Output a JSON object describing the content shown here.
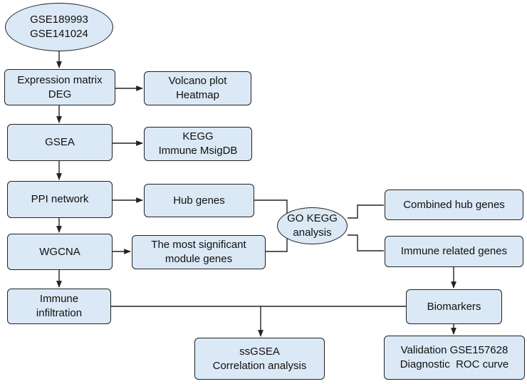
{
  "colors": {
    "node_fill": "#dbe8f5",
    "stroke": "#222222"
  },
  "nodes": {
    "gse_input": [
      "GSE189993",
      "GSE141024"
    ],
    "expression_matrix": [
      "Expression matrix",
      "DEG"
    ],
    "volcano_heatmap": [
      "Volcano plot",
      "Heatmap"
    ],
    "gsea": [
      "GSEA"
    ],
    "kegg_immune": [
      "KEGG",
      "Immune MsigDB"
    ],
    "ppi_network": [
      "PPI network"
    ],
    "hub_genes": [
      "Hub genes"
    ],
    "go_kegg": [
      "GO KEGG",
      "analysis"
    ],
    "combined_hub": [
      "Combined hub genes"
    ],
    "wgcna": [
      "WGCNA"
    ],
    "module_genes": [
      "The most significant",
      "module genes"
    ],
    "immune_related": [
      "Immune related genes"
    ],
    "immune_infiltration": [
      "Immune",
      "infiltration"
    ],
    "biomarkers": [
      "Biomarkers"
    ],
    "ssgsea": [
      "ssGSEA",
      "Correlation analysis"
    ],
    "validation": [
      "Validation GSE157628",
      "Diagnostic  ROC curve"
    ]
  }
}
